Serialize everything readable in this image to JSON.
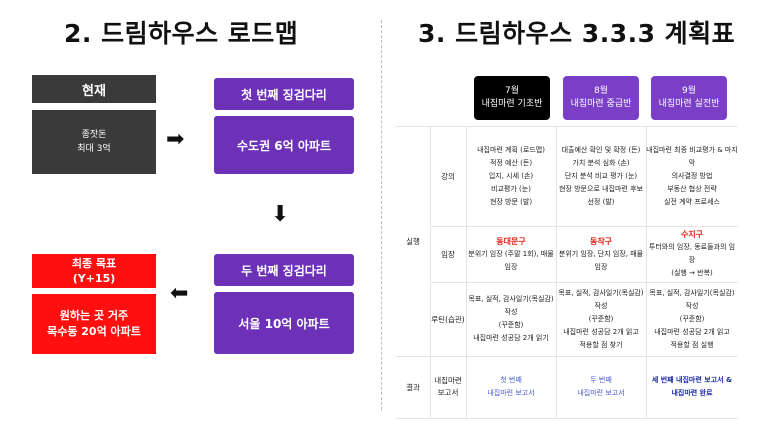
{
  "left": {
    "title": "2. 드림하우스 로드맵",
    "current_label": "현재",
    "current_detail": [
      "종잣돈",
      "최대 3억"
    ],
    "step1_label": "첫 번째 징검다리",
    "step1_detail": "수도권 6억 아파트",
    "step2_label": "두 번째 징검다리",
    "step2_detail": "서울 10억 아파트",
    "goal_label": [
      "최종 목표",
      "(Y+15)"
    ],
    "goal_detail": [
      "원하는 곳 거주",
      "목수동 20억 아파트"
    ]
  },
  "right": {
    "title": "3. 드림하우스 3.3.3 계획표",
    "months": [
      {
        "label": "7월",
        "sub": "내집마련 기초반"
      },
      {
        "label": "8월",
        "sub": "내집마련 중급반"
      },
      {
        "label": "9월",
        "sub": "내집마련 실전반"
      }
    ],
    "group_execution": "실행",
    "group_result": "결과",
    "rows": {
      "lecture": "강의",
      "visit": "임장",
      "routine": "루틴(습관)",
      "report": [
        "내집마련",
        "보고서"
      ]
    },
    "lecture_cells": [
      [
        "내집마련 계획 (로드맵)",
        "적정 예산 (돈)",
        "입지, 시세 (손)",
        "비교평가 (눈)",
        "현장 방문 (발)"
      ],
      [
        "대출예산 확인 및 확정 (돈)",
        "가치 분석 심화 (손)",
        "단지 분석 비교 평가 (눈)",
        "현장 방문으로 내집마련 후보 선정 (발)"
      ],
      [
        "내집마련 최종 비교평가 & 마지막",
        "의사결정 방법",
        "부동산 협상 전략",
        "실전 계약 프로세스"
      ]
    ],
    "visit_cells": [
      {
        "place": "동대문구",
        "desc": "분위기 임장 (주말 1회), 매물 임장"
      },
      {
        "place": "동작구",
        "desc": "분위기 임장, 단지 임장, 매물임장"
      },
      {
        "place": "수지구",
        "desc": [
          "투터와의 임장, 동료들과의 임장",
          "(실행 → 반복)"
        ]
      }
    ],
    "routine_cells": [
      [
        "목표, 실적, 감사일기(목실감) 작성",
        "(꾸준함)",
        "내집마련 성공담 2개 읽기"
      ],
      [
        "목표, 실적, 감사일기(목실감) 작성",
        "(꾸준함)",
        "내집마련 성공담 2개 읽고",
        "적용할 점 찾기"
      ],
      [
        "목표, 실적, 감사일기(목실감) 작성",
        "(꾸준함)",
        "내집마련 성공담 2개 읽고",
        "적용할 점 실행"
      ]
    ],
    "report_cells": [
      [
        "첫 번째",
        "내집마련 보고서"
      ],
      [
        "두 번째",
        "내집마련 보고서"
      ],
      [
        "세 번째 내집마련 보고서 &",
        "내집마련 완료"
      ]
    ]
  }
}
